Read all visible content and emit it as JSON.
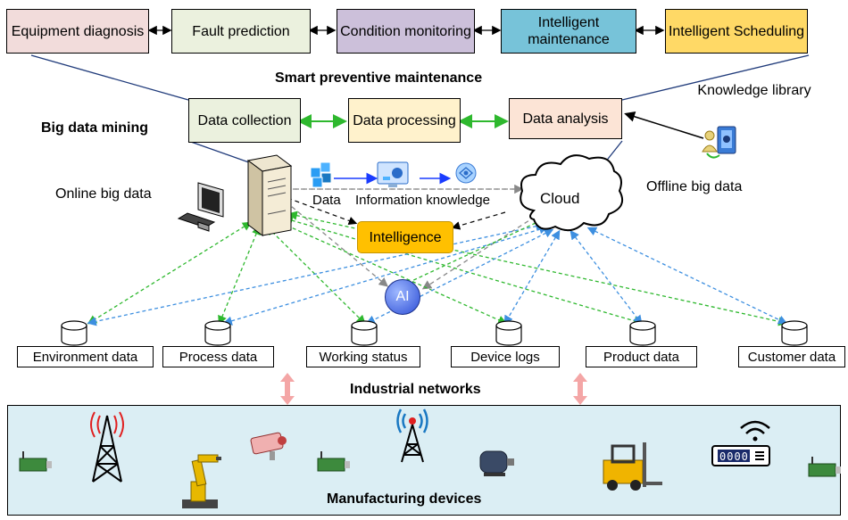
{
  "top_modules": [
    {
      "name": "Equipment diagnosis",
      "color": "#f2dcdb"
    },
    {
      "name": "Fault prediction",
      "color": "#ebf1de"
    },
    {
      "name": "Condition monitoring",
      "color": "#ccc0da"
    },
    {
      "name": "Intelligent maintenance",
      "color": "#77c3d9"
    },
    {
      "name": "Intelligent Scheduling",
      "color": "#ffd966"
    }
  ],
  "smart_title": "Smart preventive maintenance",
  "big_data_mining": "Big data mining",
  "mining_steps": [
    {
      "name": "Data collection",
      "color": "#ebf1de"
    },
    {
      "name": "Data processing",
      "color": "#fff2cc"
    },
    {
      "name": "Data analysis",
      "color": "#fce4d6"
    }
  ],
  "knowledge_library": "Knowledge library",
  "online_big_data": "Online big data",
  "offline_big_data": "Offline big data",
  "cloud_label": "Cloud",
  "data_label": "Data",
  "info_knowledge_label": "Information knowledge",
  "intelligence_label": "Intelligence",
  "ai_label": "AI",
  "data_sources": [
    "Environment data",
    "Process data",
    "Working status",
    "Device logs",
    "Product data",
    "Customer data"
  ],
  "industrial_networks": "Industrial networks",
  "manufacturing_devices": "Manufacturing devices",
  "router_display": "0000"
}
